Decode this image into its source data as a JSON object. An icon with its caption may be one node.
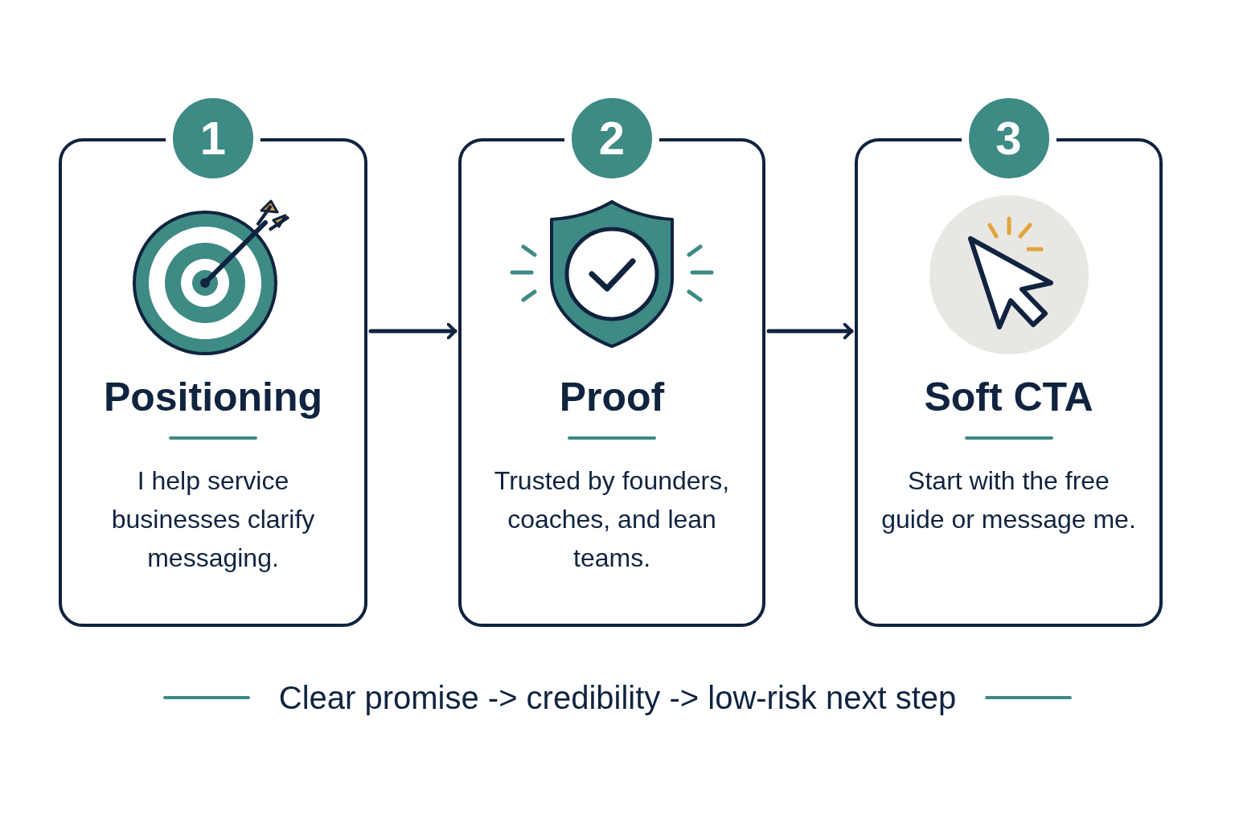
{
  "diagram": {
    "nodes": [
      {
        "text": [
          "1",
          "Positioning",
          "I help service businesses clarify messaging."
        ]
      },
      {
        "text": [
          "2",
          "Proof",
          "Trusted by founders, coaches, and lean teams."
        ]
      },
      {
        "text": [
          "3",
          "Soft CTA",
          "Start with the free guide or message me."
        ]
      }
    ],
    "edges": [
      {
        "from": 0,
        "to": 1,
        "arrow": "to"
      },
      {
        "from": 1,
        "to": 2,
        "arrow": "to"
      }
    ],
    "labels": [
      "Clear promise -> credibility -> low-risk next step"
    ]
  }
}
